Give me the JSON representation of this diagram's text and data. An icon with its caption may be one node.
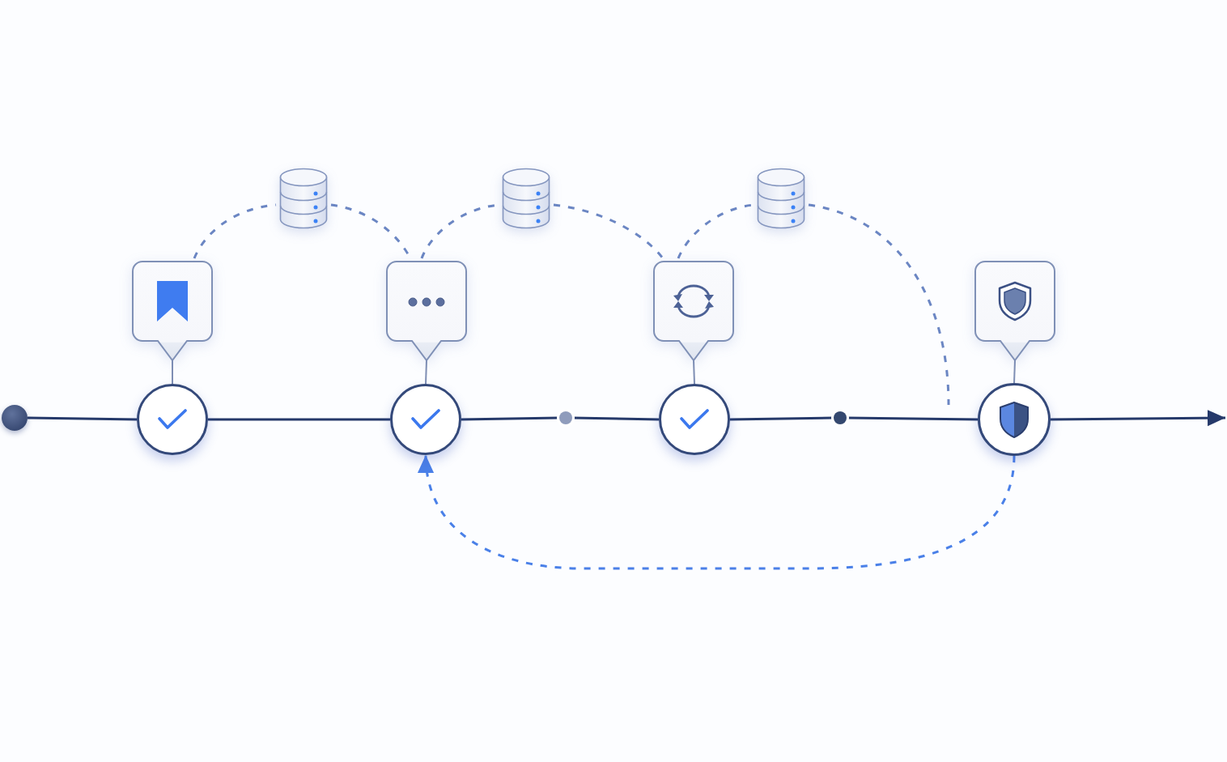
{
  "diagram": {
    "nodes": [
      {
        "text": [],
        "shape": "circle"
      },
      {
        "text": [],
        "shape": "circle"
      },
      {
        "text": [],
        "shape": "circle"
      },
      {
        "text": [],
        "shape": "circle"
      },
      {
        "text": [],
        "shape": "circle"
      },
      {
        "text": [],
        "shape": "circle"
      },
      {
        "text": [],
        "shape": "circle"
      },
      {
        "text": [],
        "shape": "box"
      },
      {
        "text": [],
        "shape": "box"
      },
      {
        "text": [],
        "shape": "box"
      },
      {
        "text": [],
        "shape": "box"
      },
      {
        "text": [],
        "shape": "cylinder"
      },
      {
        "text": [],
        "shape": "cylinder"
      },
      {
        "text": [],
        "shape": "cylinder"
      }
    ],
    "edges": [
      {
        "from": 0,
        "to": 1,
        "arrow": "none"
      },
      {
        "from": 1,
        "to": 2,
        "arrow": "none"
      },
      {
        "from": 2,
        "to": 3,
        "arrow": "none"
      },
      {
        "from": 3,
        "to": 4,
        "arrow": "none"
      },
      {
        "from": 4,
        "to": 5,
        "arrow": "none"
      },
      {
        "from": 5,
        "to": 6,
        "arrow": "none"
      },
      {
        "from": 6,
        "to": null,
        "arrow": "to"
      },
      {
        "from": 7,
        "to": 1,
        "arrow": "none",
        "color": "#7f8fb4"
      },
      {
        "from": 8,
        "to": 2,
        "arrow": "none",
        "color": "#7f8fb4"
      },
      {
        "from": 9,
        "to": 4,
        "arrow": "none",
        "color": "#7f8fb4"
      },
      {
        "from": 10,
        "to": 6,
        "arrow": "none",
        "color": "#7f8fb4"
      },
      {
        "from": 7,
        "to": 11,
        "arrow": "none",
        "style": "dashed",
        "color": "#6b86c3"
      },
      {
        "from": 11,
        "to": 8,
        "arrow": "none",
        "style": "dashed",
        "color": "#6b86c3"
      },
      {
        "from": 8,
        "to": 12,
        "arrow": "none",
        "style": "dashed",
        "color": "#6b86c3"
      },
      {
        "from": 12,
        "to": 9,
        "arrow": "none",
        "style": "dashed",
        "color": "#6b86c3"
      },
      {
        "from": 9,
        "to": 13,
        "arrow": "none",
        "style": "dashed",
        "color": "#6b86c3"
      },
      {
        "from": 13,
        "to": null,
        "arrow": "none",
        "style": "dashed",
        "color": "#6b86c3"
      },
      {
        "from": 6,
        "to": 2,
        "arrow": "to",
        "style": "dashed",
        "color": "#4a80e8"
      }
    ]
  }
}
